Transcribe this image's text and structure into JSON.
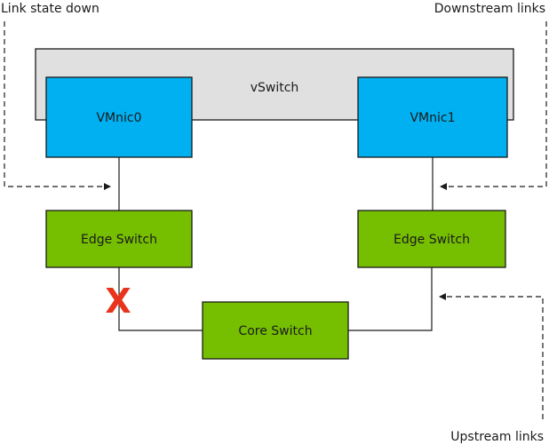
{
  "annotations": {
    "link_state_down": "Link state down",
    "downstream_links": "Downstream links",
    "upstream_links": "Upstream links"
  },
  "nodes": {
    "vswitch": "vSwitch",
    "vmnic0": "VMnic0",
    "vmnic1": "VMnic1",
    "edge_switch_left": "Edge Switch",
    "edge_switch_right": "Edge Switch",
    "core_switch": "Core Switch"
  },
  "failure_marker": "X",
  "colors": {
    "vswitch_fill": "#e0e0e0",
    "vmnic_fill": "#00b0f0",
    "switch_fill": "#76bf00",
    "failure": "#e8341c",
    "line": "#1a1a1a"
  }
}
